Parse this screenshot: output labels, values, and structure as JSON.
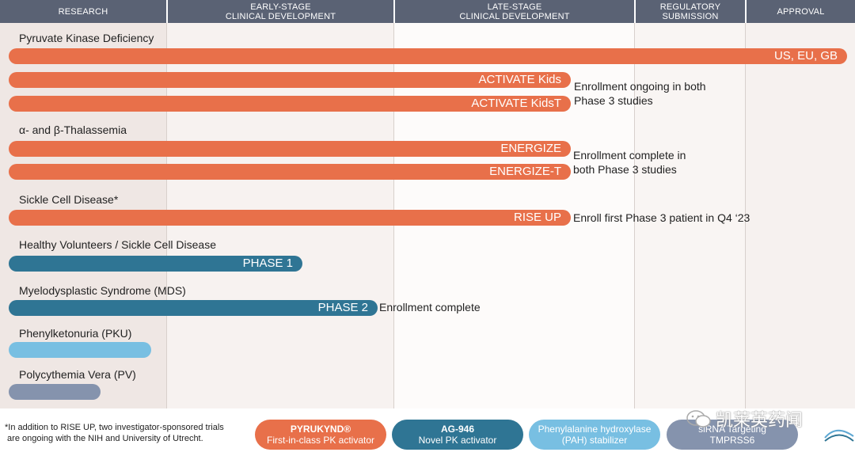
{
  "headers": [
    {
      "line1": "RESEARCH",
      "line2": ""
    },
    {
      "line1": "EARLY-STAGE",
      "line2": "CLINICAL DEVELOPMENT"
    },
    {
      "line1": "LATE-STAGE",
      "line2": "CLINICAL DEVELOPMENT"
    },
    {
      "line1": "REGULATORY",
      "line2": "SUBMISSION"
    },
    {
      "line1": "APPROVAL",
      "line2": ""
    }
  ],
  "indications": {
    "pkd": "Pyruvate Kinase Deficiency",
    "thal": "α- and β-Thalassemia",
    "scd": "Sickle Cell Disease*",
    "hv": "Healthy Volunteers / Sickle Cell Disease",
    "mds": "Myelodysplastic Syndrome (MDS)",
    "pku": "Phenylketonuria (PKU)",
    "pv": "Polycythemia Vera (PV)"
  },
  "programs": [
    {
      "key": "pkd_approved",
      "label": "US, EU, GB",
      "stage_progress": 1.0,
      "color": "orange"
    },
    {
      "key": "activate_kids",
      "label": "ACTIVATE Kids",
      "stage_progress": 0.67,
      "color": "orange"
    },
    {
      "key": "activate_kidst",
      "label": "ACTIVATE KidsT",
      "stage_progress": 0.67,
      "color": "orange"
    },
    {
      "key": "energize",
      "label": "ENERGIZE",
      "stage_progress": 0.67,
      "color": "orange"
    },
    {
      "key": "energize_t",
      "label": "ENERGIZE-T",
      "stage_progress": 0.67,
      "color": "orange"
    },
    {
      "key": "rise_up",
      "label": "RISE UP",
      "stage_progress": 0.67,
      "color": "orange"
    },
    {
      "key": "phase1",
      "label": "PHASE 1",
      "stage_progress": 0.35,
      "color": "teal"
    },
    {
      "key": "phase2",
      "label": "PHASE 2",
      "stage_progress": 0.44,
      "color": "teal"
    },
    {
      "key": "pku",
      "label": "",
      "stage_progress": 0.17,
      "color": "lblue"
    },
    {
      "key": "pv",
      "label": "",
      "stage_progress": 0.11,
      "color": "grey"
    }
  ],
  "notes": {
    "activate_1": "Enrollment ongoing in both",
    "activate_2": "Phase 3 studies",
    "energize_1": "Enrollment complete in",
    "energize_2": "both Phase 3 studies",
    "riseup": "Enroll first Phase 3 patient in Q4 ‘23",
    "phase2": "Enrollment complete"
  },
  "footnote": {
    "line1": "*In addition to RISE UP, two investigator-sponsored trials",
    "line2": " are ongoing with the NIH and University of Utrecht."
  },
  "legend": [
    {
      "line1": "PYRUKYND®",
      "line2": "First-in-class PK activator",
      "color": "#e8704a"
    },
    {
      "line1": "AG-946",
      "line2": "Novel PK activator",
      "color": "#2f7594"
    },
    {
      "line1": "Phenylalanine hydroxylase",
      "line2": "(PAH) stabilizer",
      "color": "#78bfe2"
    },
    {
      "line1": "siRNA Targeting",
      "line2": "TMPRSS6",
      "color": "#8593ad"
    }
  ],
  "watermark": "凯莱英药闻",
  "colors": {
    "orange": "#e8704a",
    "teal": "#2f7594",
    "light_blue": "#78bfe2",
    "grey": "#8593ad",
    "header": "#5a6274"
  }
}
